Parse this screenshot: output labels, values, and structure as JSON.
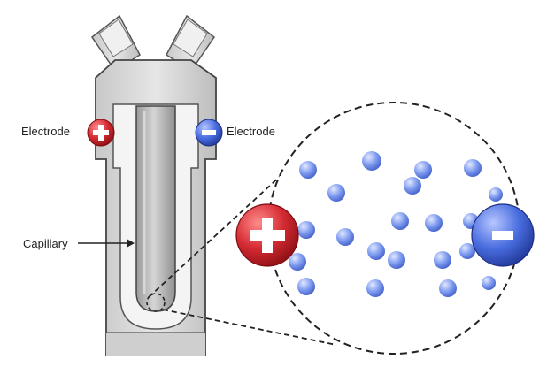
{
  "labels": {
    "left_electrode": "Electrode",
    "right_electrode": "Electrode",
    "capillary": "Capillary"
  },
  "electrodes": {
    "positive": {
      "symbol": "+",
      "color": "#d8323a"
    },
    "negative": {
      "symbol": "−",
      "color": "#3f63d6"
    }
  },
  "colors": {
    "body_gray": "#d9d9d9",
    "outline": "#444444",
    "particle": "#6f8fe8"
  },
  "icons": [
    "positive-electrode-icon",
    "negative-electrode-icon",
    "particle-icon"
  ]
}
